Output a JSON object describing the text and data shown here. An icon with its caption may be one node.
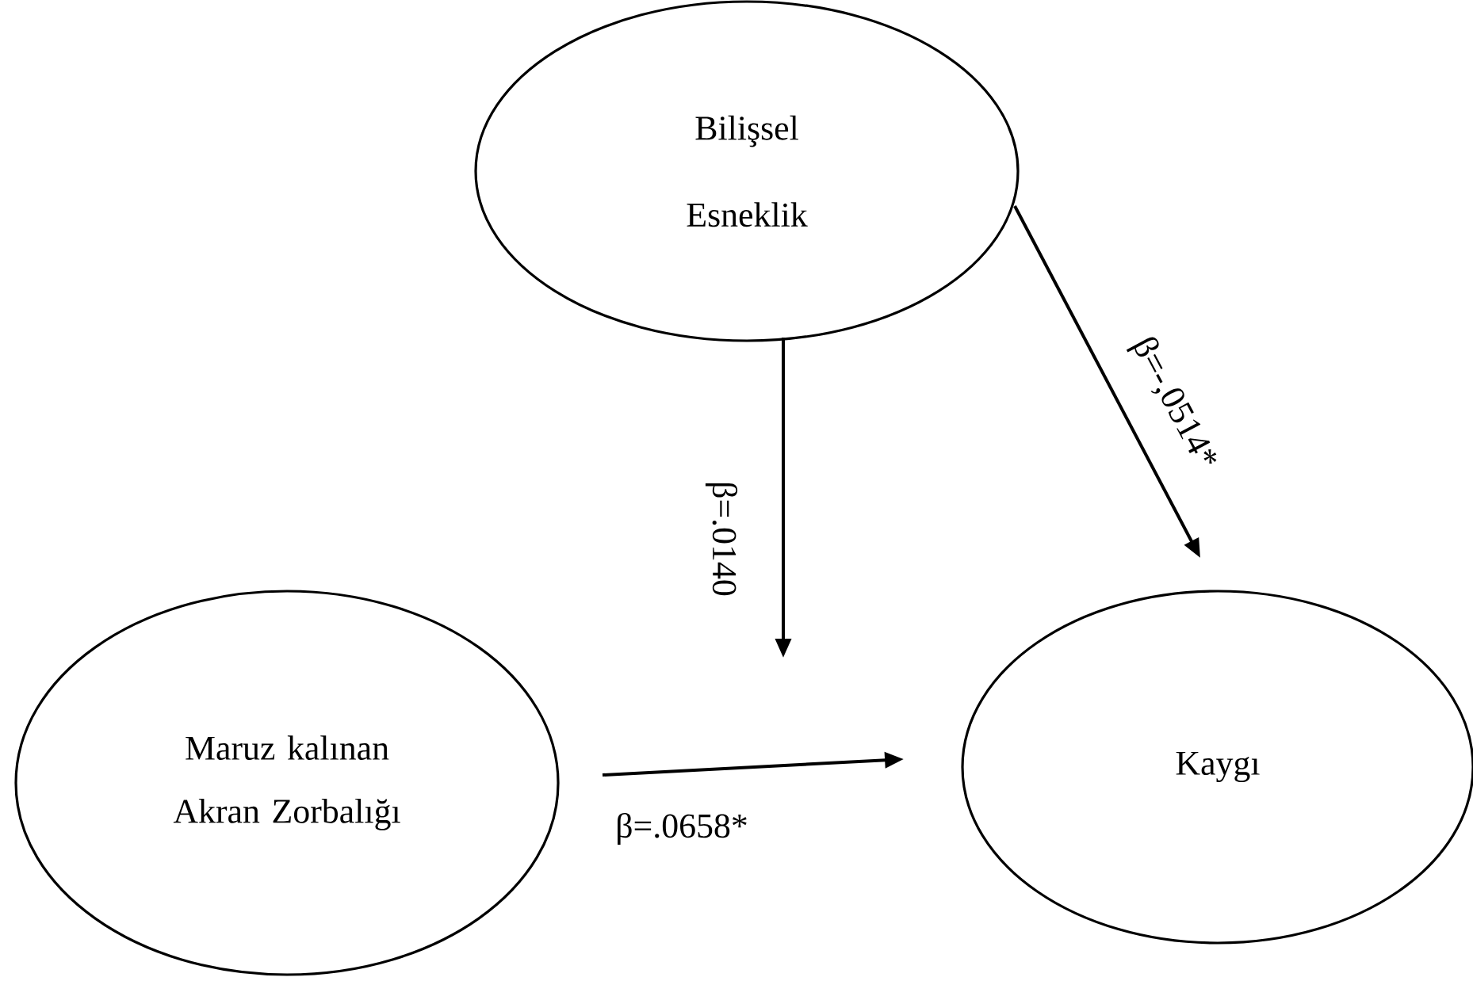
{
  "diagram": {
    "nodes": [
      {
        "text": [
          "Bilişsel Esneklik"
        ]
      },
      {
        "text": [
          "Maruz kalınan Akran Zorbalığı"
        ]
      },
      {
        "text": [
          "Kaygı"
        ]
      }
    ],
    "edges": [
      {
        "from": 0,
        "to": 2,
        "arrow": "to",
        "label": "β=-,0514*"
      },
      {
        "from": 1,
        "to": 2,
        "arrow": "to",
        "label": "β=.0658*"
      },
      {
        "from": 0,
        "to": null,
        "arrow": "to",
        "label": "β=.0140"
      }
    ]
  }
}
